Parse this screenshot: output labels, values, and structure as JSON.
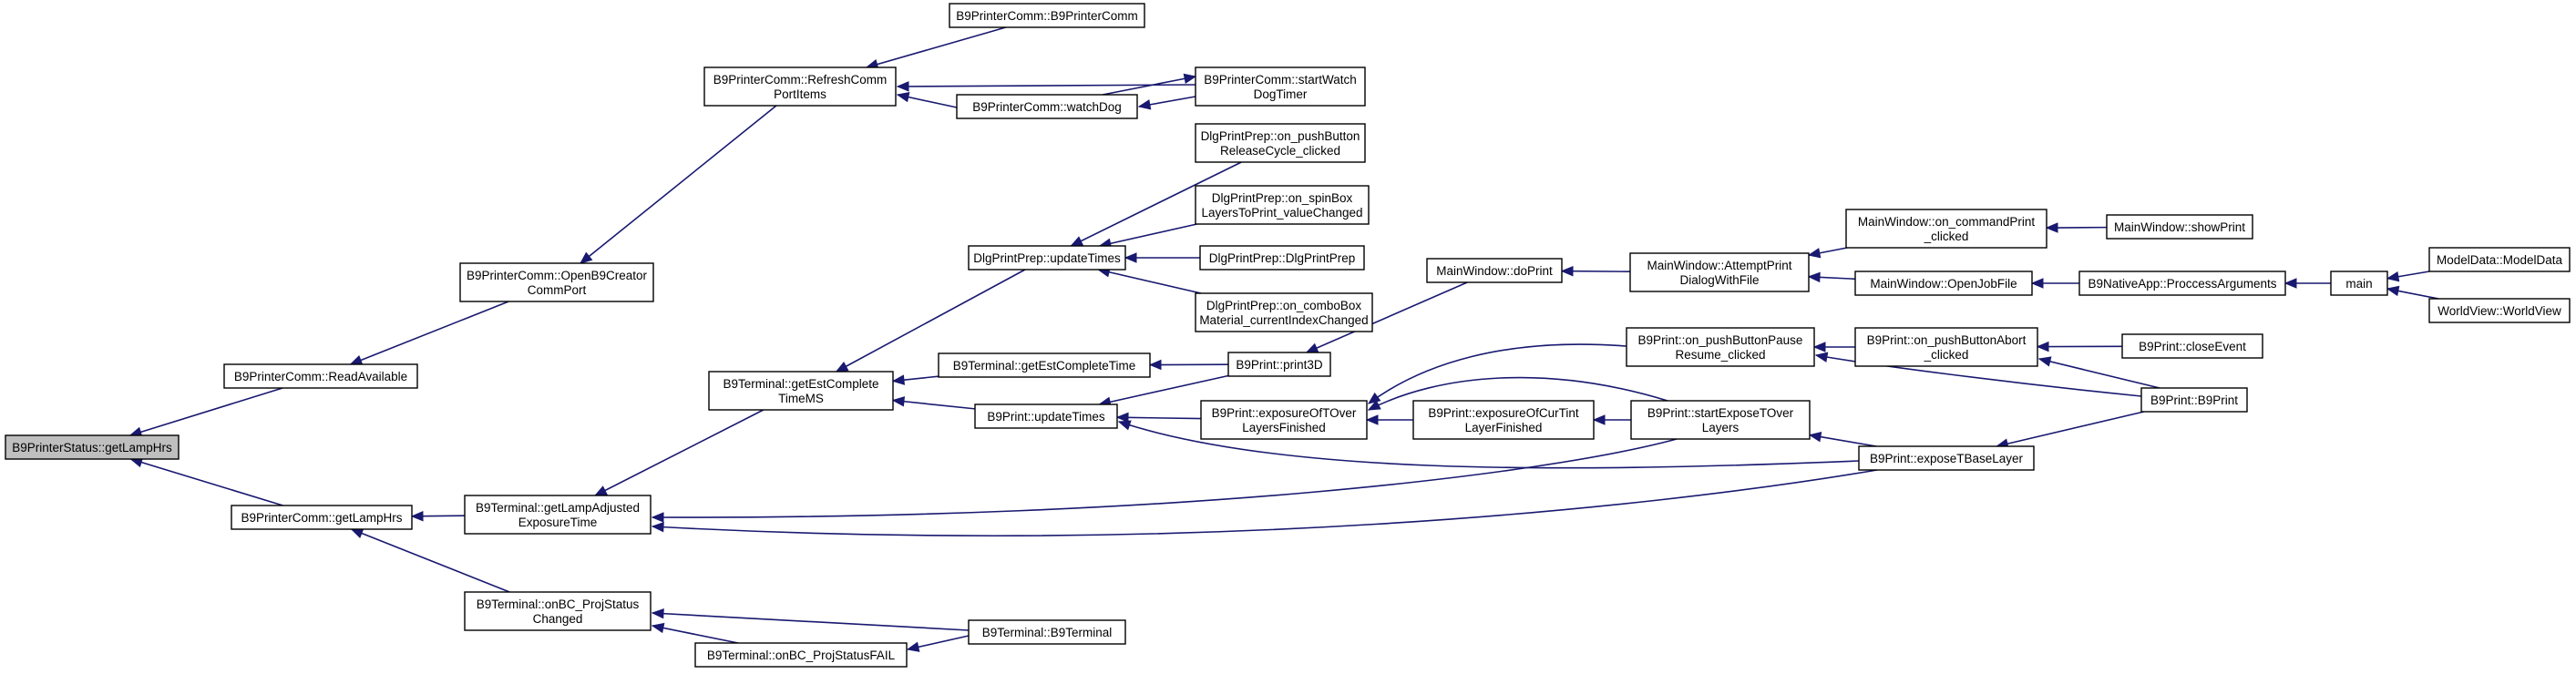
{
  "graph": {
    "nodes": [
      {
        "id": "n_getLampHrs_status",
        "lines": [
          "B9PrinterStatus::getLampHrs"
        ],
        "root": true
      },
      {
        "id": "n_readAvailable",
        "lines": [
          "B9PrinterComm::ReadAvailable"
        ]
      },
      {
        "id": "n_getLampHrs_comm",
        "lines": [
          "B9PrinterComm::getLampHrs"
        ]
      },
      {
        "id": "n_openB9",
        "lines": [
          "B9PrinterComm::OpenB9Creator",
          "CommPort"
        ]
      },
      {
        "id": "n_refreshComm",
        "lines": [
          "B9PrinterComm::RefreshComm",
          "PortItems"
        ]
      },
      {
        "id": "n_b9printercomm",
        "lines": [
          "B9PrinterComm::B9PrinterComm"
        ]
      },
      {
        "id": "n_watchDog",
        "lines": [
          "B9PrinterComm::watchDog"
        ]
      },
      {
        "id": "n_startWatchDog",
        "lines": [
          "B9PrinterComm::startWatch",
          "DogTimer"
        ]
      },
      {
        "id": "n_getLampAdjusted",
        "lines": [
          "B9Terminal::getLampAdjusted",
          "ExposureTime"
        ]
      },
      {
        "id": "n_onBC_projStatus",
        "lines": [
          "B9Terminal::onBC_ProjStatus",
          "Changed"
        ]
      },
      {
        "id": "n_onBC_projFail",
        "lines": [
          "B9Terminal::onBC_ProjStatusFAIL"
        ]
      },
      {
        "id": "n_b9terminal",
        "lines": [
          "B9Terminal::B9Terminal"
        ]
      },
      {
        "id": "n_getEstCompleteTimeMS",
        "lines": [
          "B9Terminal::getEstComplete",
          "TimeMS"
        ]
      },
      {
        "id": "n_dlgUpdateTimes",
        "lines": [
          "DlgPrintPrep::updateTimes"
        ]
      },
      {
        "id": "n_dlgRelease",
        "lines": [
          "DlgPrintPrep::on_pushButton",
          "ReleaseCycle_clicked"
        ]
      },
      {
        "id": "n_dlgSpinBox",
        "lines": [
          "DlgPrintPrep::on_spinBox",
          "LayersToPrint_valueChanged"
        ]
      },
      {
        "id": "n_dlgCtor",
        "lines": [
          "DlgPrintPrep::DlgPrintPrep"
        ]
      },
      {
        "id": "n_dlgCombo",
        "lines": [
          "DlgPrintPrep::on_comboBox",
          "Material_currentIndexChanged"
        ]
      },
      {
        "id": "n_getEstCompleteTime",
        "lines": [
          "B9Terminal::getEstCompleteTime"
        ]
      },
      {
        "id": "n_printUpdateTimes",
        "lines": [
          "B9Print::updateTimes"
        ]
      },
      {
        "id": "n_print3D",
        "lines": [
          "B9Print::print3D"
        ]
      },
      {
        "id": "n_doPrint",
        "lines": [
          "MainWindow::doPrint"
        ]
      },
      {
        "id": "n_attemptPrint",
        "lines": [
          "MainWindow::AttemptPrint",
          "DialogWithFile"
        ]
      },
      {
        "id": "n_onCommandPrint",
        "lines": [
          "MainWindow::on_commandPrint",
          "_clicked"
        ]
      },
      {
        "id": "n_showPrint",
        "lines": [
          "MainWindow::showPrint"
        ]
      },
      {
        "id": "n_openJobFile",
        "lines": [
          "MainWindow::OpenJobFile"
        ]
      },
      {
        "id": "n_proccessArgs",
        "lines": [
          "B9NativeApp::ProccessArguments"
        ]
      },
      {
        "id": "n_main",
        "lines": [
          "main"
        ]
      },
      {
        "id": "n_modelData",
        "lines": [
          "ModelData::ModelData"
        ]
      },
      {
        "id": "n_worldView",
        "lines": [
          "WorldView::WorldView"
        ]
      },
      {
        "id": "n_exposureOfTOver",
        "lines": [
          "B9Print::exposureOfTOver",
          "LayersFinished"
        ]
      },
      {
        "id": "n_exposureOfCurTint",
        "lines": [
          "B9Print::exposureOfCurTint",
          "LayerFinished"
        ]
      },
      {
        "id": "n_pauseResume",
        "lines": [
          "B9Print::on_pushButtonPause",
          "Resume_clicked"
        ]
      },
      {
        "id": "n_abort",
        "lines": [
          "B9Print::on_pushButtonAbort",
          "_clicked"
        ]
      },
      {
        "id": "n_closeEvent",
        "lines": [
          "B9Print::closeEvent"
        ]
      },
      {
        "id": "n_b9print",
        "lines": [
          "B9Print::B9Print"
        ]
      },
      {
        "id": "n_startExposeTOver",
        "lines": [
          "B9Print::startExposeTOver",
          "Layers"
        ]
      },
      {
        "id": "n_exposeTBase",
        "lines": [
          "B9Print::exposeTBaseLayer"
        ]
      }
    ],
    "edges": [
      {
        "from": "n_readAvailable",
        "to": "n_getLampHrs_status"
      },
      {
        "from": "n_getLampHrs_comm",
        "to": "n_getLampHrs_status"
      },
      {
        "from": "n_openB9",
        "to": "n_readAvailable"
      },
      {
        "from": "n_refreshComm",
        "to": "n_openB9"
      },
      {
        "from": "n_b9printercomm",
        "to": "n_refreshComm"
      },
      {
        "from": "n_watchDog",
        "to": "n_refreshComm"
      },
      {
        "from": "n_startWatchDog",
        "to": "n_refreshComm"
      },
      {
        "from": "n_startWatchDog",
        "to": "n_watchDog"
      },
      {
        "from": "n_watchDog",
        "to": "n_startWatchDog"
      },
      {
        "from": "n_getLampAdjusted",
        "to": "n_getLampHrs_comm"
      },
      {
        "from": "n_onBC_projStatus",
        "to": "n_getLampHrs_comm"
      },
      {
        "from": "n_onBC_projFail",
        "to": "n_onBC_projStatus"
      },
      {
        "from": "n_b9terminal",
        "to": "n_onBC_projStatus"
      },
      {
        "from": "n_b9terminal",
        "to": "n_onBC_projFail"
      },
      {
        "from": "n_getEstCompleteTimeMS",
        "to": "n_getLampAdjusted"
      },
      {
        "from": "n_startExposeTOver",
        "to": "n_getLampAdjusted"
      },
      {
        "from": "n_exposeTBase",
        "to": "n_getLampAdjusted"
      },
      {
        "from": "n_dlgUpdateTimes",
        "to": "n_getEstCompleteTimeMS"
      },
      {
        "from": "n_getEstCompleteTime",
        "to": "n_getEstCompleteTimeMS"
      },
      {
        "from": "n_printUpdateTimes",
        "to": "n_getEstCompleteTimeMS"
      },
      {
        "from": "n_dlgRelease",
        "to": "n_dlgUpdateTimes"
      },
      {
        "from": "n_dlgSpinBox",
        "to": "n_dlgUpdateTimes"
      },
      {
        "from": "n_dlgCtor",
        "to": "n_dlgUpdateTimes"
      },
      {
        "from": "n_dlgCombo",
        "to": "n_dlgUpdateTimes"
      },
      {
        "from": "n_print3D",
        "to": "n_getEstCompleteTime"
      },
      {
        "from": "n_print3D",
        "to": "n_printUpdateTimes"
      },
      {
        "from": "n_exposureOfTOver",
        "to": "n_printUpdateTimes"
      },
      {
        "from": "n_exposeTBase",
        "to": "n_printUpdateTimes"
      },
      {
        "from": "n_doPrint",
        "to": "n_print3D"
      },
      {
        "from": "n_attemptPrint",
        "to": "n_doPrint"
      },
      {
        "from": "n_onCommandPrint",
        "to": "n_attemptPrint"
      },
      {
        "from": "n_openJobFile",
        "to": "n_attemptPrint"
      },
      {
        "from": "n_showPrint",
        "to": "n_onCommandPrint"
      },
      {
        "from": "n_proccessArgs",
        "to": "n_openJobFile"
      },
      {
        "from": "n_main",
        "to": "n_proccessArgs"
      },
      {
        "from": "n_modelData",
        "to": "n_main"
      },
      {
        "from": "n_worldView",
        "to": "n_main"
      },
      {
        "from": "n_pauseResume",
        "to": "n_exposureOfTOver"
      },
      {
        "from": "n_startExposeTOver",
        "to": "n_exposureOfTOver"
      },
      {
        "from": "n_exposureOfCurTint",
        "to": "n_exposureOfTOver"
      },
      {
        "from": "n_startExposeTOver",
        "to": "n_exposureOfCurTint"
      },
      {
        "from": "n_abort",
        "to": "n_pauseResume"
      },
      {
        "from": "n_b9print",
        "to": "n_pauseResume"
      },
      {
        "from": "n_closeEvent",
        "to": "n_abort"
      },
      {
        "from": "n_b9print",
        "to": "n_abort"
      },
      {
        "from": "n_exposeTBase",
        "to": "n_startExposeTOver"
      },
      {
        "from": "n_b9print",
        "to": "n_exposeTBase"
      }
    ]
  }
}
